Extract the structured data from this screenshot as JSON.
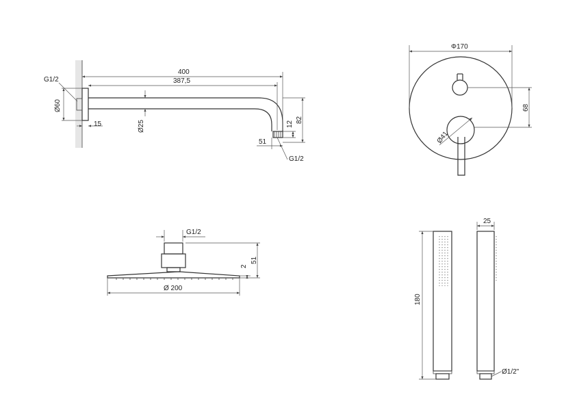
{
  "arm": {
    "thread_label": "G1/2",
    "dia_label": "Ø60",
    "len_400": "400",
    "len_387": "387,5",
    "dia_25": "Ø25",
    "depth_15": "15",
    "h_12": "12",
    "h_82": "82",
    "off_51": "51",
    "outlet_thread": "G1/2"
  },
  "mixer": {
    "dia_170": "Φ170",
    "h_68": "68",
    "dia_41": "Ø41"
  },
  "head": {
    "thread_label": "G1/2",
    "h_2": "2",
    "h_51": "51",
    "dia_200": "Ø 200"
  },
  "handshower": {
    "width_25": "25",
    "len_180": "180",
    "thread_label": "Ø1/2\""
  }
}
